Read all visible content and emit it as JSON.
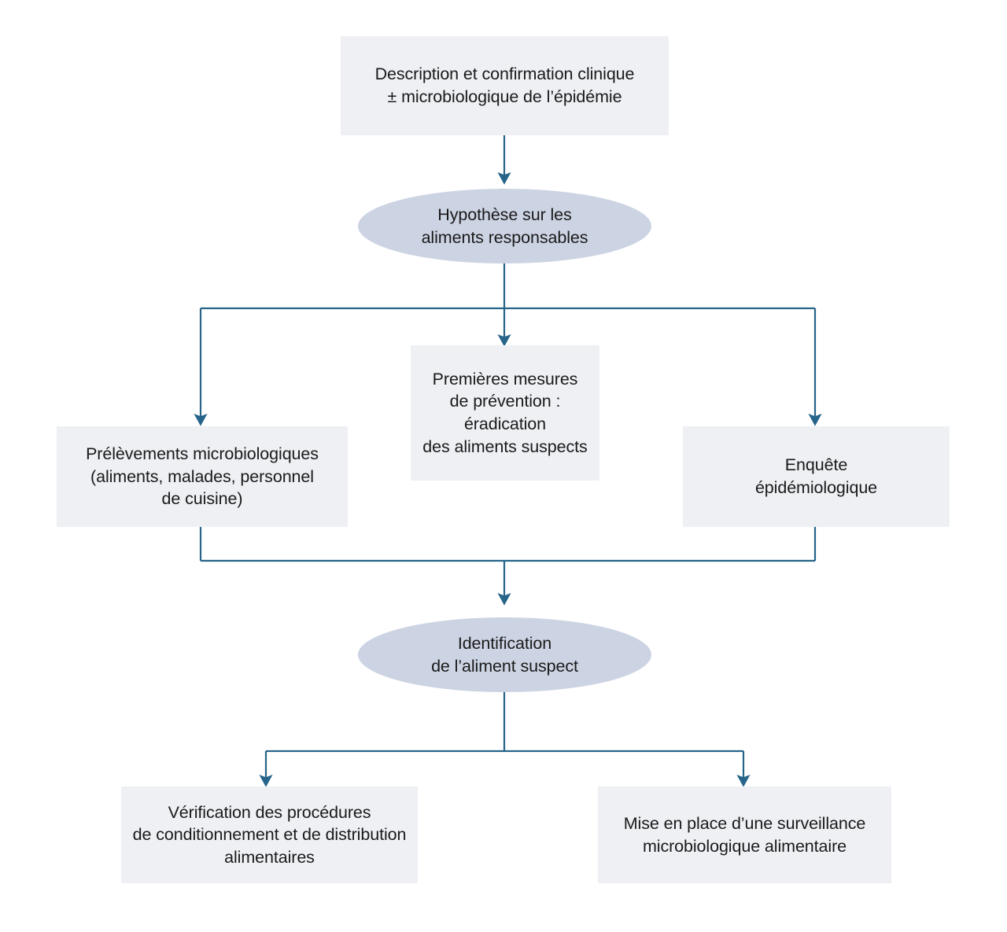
{
  "diagram": {
    "title_text": "",
    "colors": {
      "box_fill": "#eef0f4",
      "ellipse_fill": "#ccd3e3",
      "connector": "#266489",
      "text": "#1a1a1a",
      "background": "#ffffff"
    },
    "nodes": [
      {
        "id": "description-confirmation",
        "shape": "box",
        "text": "Description et confirmation clinique\n± microbiologique de l’épidémie"
      },
      {
        "id": "hypothese-aliments",
        "shape": "ellipse",
        "text": "Hypothèse sur les\naliments responsables"
      },
      {
        "id": "premieres-mesures",
        "shape": "box",
        "text": "Premières mesures\nde prévention :\néradication\ndes aliments suspects"
      },
      {
        "id": "prelevements-microbiologiques",
        "shape": "box",
        "text": "Prélèvements microbiologiques\n(aliments, malades, personnel\nde cuisine)"
      },
      {
        "id": "enquete-epidemiologique",
        "shape": "box",
        "text": "Enquête\népidémiologique"
      },
      {
        "id": "identification-aliment",
        "shape": "ellipse",
        "text": "Identification\nde l’aliment suspect"
      },
      {
        "id": "verification-procedures",
        "shape": "box",
        "text": "Vérification des procédures\nde conditionnement et de distribution\nalimentaires"
      },
      {
        "id": "surveillance-microbiologique",
        "shape": "box",
        "text": "Mise en place d’une surveillance\nmicrobiologique alimentaire"
      }
    ],
    "edges": [
      {
        "from": "description-confirmation",
        "to": "hypothese-aliments"
      },
      {
        "from": "hypothese-aliments",
        "to": "prelevements-microbiologiques"
      },
      {
        "from": "hypothese-aliments",
        "to": "premieres-mesures"
      },
      {
        "from": "hypothese-aliments",
        "to": "enquete-epidemiologique"
      },
      {
        "from": "prelevements-microbiologiques",
        "to": "identification-aliment"
      },
      {
        "from": "enquete-epidemiologique",
        "to": "identification-aliment"
      },
      {
        "from": "identification-aliment",
        "to": "verification-procedures"
      },
      {
        "from": "identification-aliment",
        "to": "surveillance-microbiologique"
      }
    ]
  }
}
